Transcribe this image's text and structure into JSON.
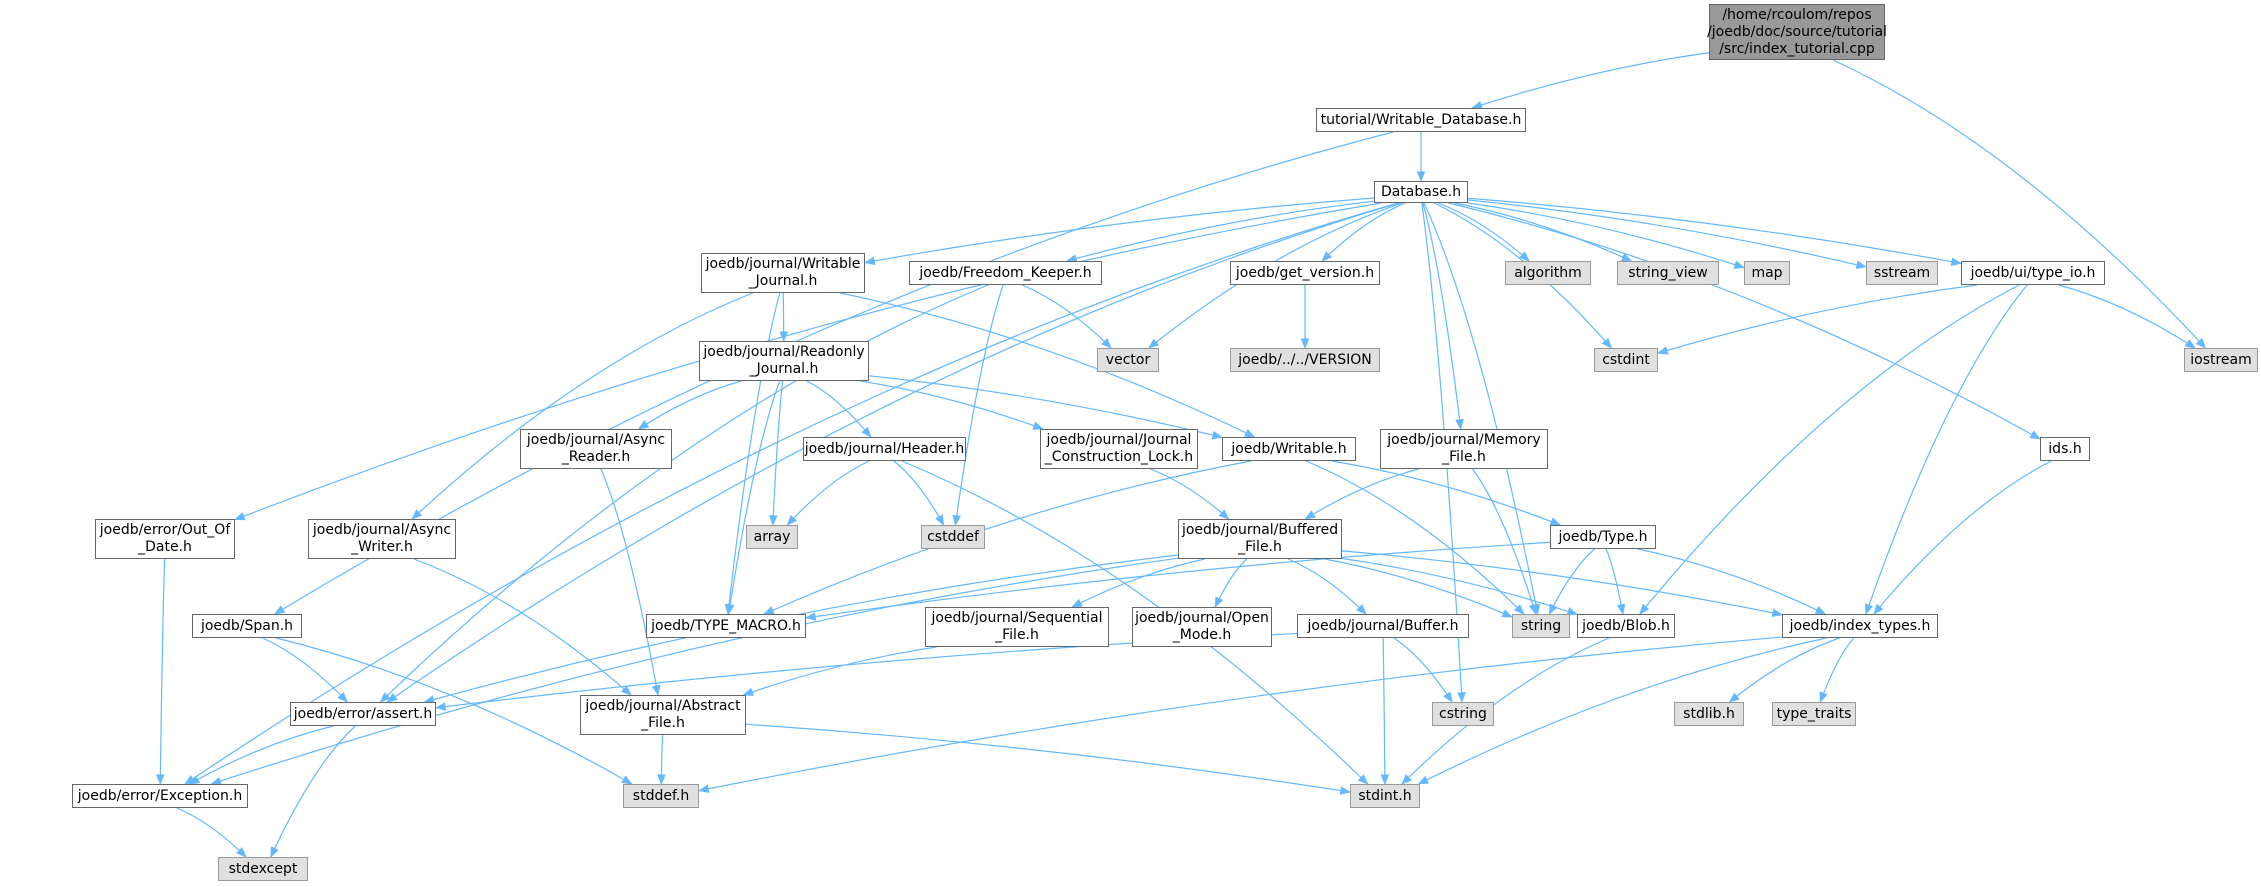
{
  "graph": {
    "edge_color": "#63b8ff",
    "node_border": "#666666",
    "system_fill": "#e0e0e0",
    "root_fill": "#999999",
    "nodes": [
      {
        "id": "root",
        "label": "/home/rcoulom/repos\n/joedb/doc/source/tutorial\n/src/index_tutorial.cpp",
        "kind": "root"
      },
      {
        "id": "wdb",
        "label": "tutorial/Writable_Database.h",
        "kind": "file"
      },
      {
        "id": "db",
        "label": "Database.h",
        "kind": "file"
      },
      {
        "id": "wj",
        "label": "joedb/journal/Writable\n_Journal.h",
        "kind": "file"
      },
      {
        "id": "fk",
        "label": "joedb/Freedom_Keeper.h",
        "kind": "file"
      },
      {
        "id": "vec",
        "label": "vector",
        "kind": "system"
      },
      {
        "id": "gv",
        "label": "joedb/get_version.h",
        "kind": "file"
      },
      {
        "id": "alg",
        "label": "algorithm",
        "kind": "system"
      },
      {
        "id": "sv",
        "label": "string_view",
        "kind": "system"
      },
      {
        "id": "map",
        "label": "map",
        "kind": "system"
      },
      {
        "id": "ss",
        "label": "sstream",
        "kind": "system"
      },
      {
        "id": "tio",
        "label": "joedb/ui/type_io.h",
        "kind": "file"
      },
      {
        "id": "ios",
        "label": "iostream",
        "kind": "system"
      },
      {
        "id": "cstdint",
        "label": "cstdint",
        "kind": "system"
      },
      {
        "id": "ver",
        "label": "joedb/../../VERSION",
        "kind": "system"
      },
      {
        "id": "rj",
        "label": "joedb/journal/Readonly\n_Journal.h",
        "kind": "file"
      },
      {
        "id": "ar",
        "label": "joedb/journal/Async\n_Reader.h",
        "kind": "file"
      },
      {
        "id": "hdr",
        "label": "joedb/journal/Header.h",
        "kind": "file"
      },
      {
        "id": "jcl",
        "label": "joedb/journal/Journal\n_Construction_Lock.h",
        "kind": "file"
      },
      {
        "id": "wr",
        "label": "joedb/Writable.h",
        "kind": "file"
      },
      {
        "id": "mf",
        "label": "joedb/journal/Memory\n_File.h",
        "kind": "file"
      },
      {
        "id": "ids",
        "label": "ids.h",
        "kind": "file"
      },
      {
        "id": "ood",
        "label": "joedb/error/Out_Of\n_Date.h",
        "kind": "file"
      },
      {
        "id": "aw",
        "label": "joedb/journal/Async\n_Writer.h",
        "kind": "file"
      },
      {
        "id": "array",
        "label": "array",
        "kind": "system"
      },
      {
        "id": "cstddef",
        "label": "cstddef",
        "kind": "system"
      },
      {
        "id": "bf",
        "label": "joedb/journal/Buffered\n_File.h",
        "kind": "file"
      },
      {
        "id": "type",
        "label": "joedb/Type.h",
        "kind": "file"
      },
      {
        "id": "span",
        "label": "joedb/Span.h",
        "kind": "file"
      },
      {
        "id": "tm",
        "label": "joedb/TYPE_MACRO.h",
        "kind": "file"
      },
      {
        "id": "sf",
        "label": "joedb/journal/Sequential\n_File.h",
        "kind": "file"
      },
      {
        "id": "om",
        "label": "joedb/journal/Open\n_Mode.h",
        "kind": "file"
      },
      {
        "id": "buf",
        "label": "joedb/journal/Buffer.h",
        "kind": "file"
      },
      {
        "id": "str",
        "label": "string",
        "kind": "system"
      },
      {
        "id": "blob",
        "label": "joedb/Blob.h",
        "kind": "file"
      },
      {
        "id": "it",
        "label": "joedb/index_types.h",
        "kind": "file"
      },
      {
        "id": "assert",
        "label": "joedb/error/assert.h",
        "kind": "file"
      },
      {
        "id": "af",
        "label": "joedb/journal/Abstract\n_File.h",
        "kind": "file"
      },
      {
        "id": "cstring",
        "label": "cstring",
        "kind": "system"
      },
      {
        "id": "stdlib",
        "label": "stdlib.h",
        "kind": "system"
      },
      {
        "id": "tt",
        "label": "type_traits",
        "kind": "system"
      },
      {
        "id": "exc",
        "label": "joedb/error/Exception.h",
        "kind": "file"
      },
      {
        "id": "stddef",
        "label": "stddef.h",
        "kind": "system"
      },
      {
        "id": "stdint",
        "label": "stdint.h",
        "kind": "system"
      },
      {
        "id": "stdexcept",
        "label": "stdexcept",
        "kind": "system"
      }
    ],
    "edges": [
      [
        "root",
        "wdb"
      ],
      [
        "root",
        "ios"
      ],
      [
        "wdb",
        "db"
      ],
      [
        "wdb",
        "span"
      ],
      [
        "db",
        "wj"
      ],
      [
        "db",
        "fk"
      ],
      [
        "db",
        "vec"
      ],
      [
        "db",
        "gv"
      ],
      [
        "db",
        "alg"
      ],
      [
        "db",
        "sv"
      ],
      [
        "db",
        "map"
      ],
      [
        "db",
        "ss"
      ],
      [
        "db",
        "tio"
      ],
      [
        "db",
        "cstdint"
      ],
      [
        "db",
        "mf"
      ],
      [
        "db",
        "ids"
      ],
      [
        "db",
        "ood"
      ],
      [
        "db",
        "assert"
      ],
      [
        "db",
        "exc"
      ],
      [
        "db",
        "str"
      ],
      [
        "db",
        "cstring"
      ],
      [
        "wj",
        "rj"
      ],
      [
        "wj",
        "aw"
      ],
      [
        "wj",
        "tm"
      ],
      [
        "wj",
        "wr"
      ],
      [
        "fk",
        "vec"
      ],
      [
        "fk",
        "assert"
      ],
      [
        "fk",
        "cstddef"
      ],
      [
        "gv",
        "ver"
      ],
      [
        "tio",
        "cstdint"
      ],
      [
        "tio",
        "ios"
      ],
      [
        "tio",
        "it"
      ],
      [
        "tio",
        "blob"
      ],
      [
        "rj",
        "ar"
      ],
      [
        "rj",
        "hdr"
      ],
      [
        "rj",
        "jcl"
      ],
      [
        "rj",
        "wr"
      ],
      [
        "rj",
        "array"
      ],
      [
        "rj",
        "tm"
      ],
      [
        "ar",
        "af"
      ],
      [
        "hdr",
        "array"
      ],
      [
        "hdr",
        "cstddef"
      ],
      [
        "hdr",
        "stdint"
      ],
      [
        "jcl",
        "bf"
      ],
      [
        "wr",
        "type"
      ],
      [
        "wr",
        "tm"
      ],
      [
        "wr",
        "str"
      ],
      [
        "mf",
        "bf"
      ],
      [
        "mf",
        "str"
      ],
      [
        "ids",
        "it"
      ],
      [
        "ood",
        "exc"
      ],
      [
        "aw",
        "af"
      ],
      [
        "bf",
        "sf"
      ],
      [
        "bf",
        "om"
      ],
      [
        "bf",
        "buf"
      ],
      [
        "bf",
        "str"
      ],
      [
        "bf",
        "blob"
      ],
      [
        "bf",
        "it"
      ],
      [
        "bf",
        "assert"
      ],
      [
        "bf",
        "exc"
      ],
      [
        "type",
        "str"
      ],
      [
        "type",
        "blob"
      ],
      [
        "type",
        "it"
      ],
      [
        "type",
        "tm"
      ],
      [
        "span",
        "assert"
      ],
      [
        "span",
        "stddef"
      ],
      [
        "sf",
        "af"
      ],
      [
        "buf",
        "assert"
      ],
      [
        "buf",
        "cstring"
      ],
      [
        "buf",
        "stdint"
      ],
      [
        "blob",
        "stdint"
      ],
      [
        "it",
        "stdlib"
      ],
      [
        "it",
        "tt"
      ],
      [
        "it",
        "stddef"
      ],
      [
        "it",
        "stdint"
      ],
      [
        "assert",
        "exc"
      ],
      [
        "assert",
        "stdexcept"
      ],
      [
        "af",
        "stddef"
      ],
      [
        "af",
        "stdint"
      ],
      [
        "exc",
        "stdexcept"
      ]
    ]
  }
}
